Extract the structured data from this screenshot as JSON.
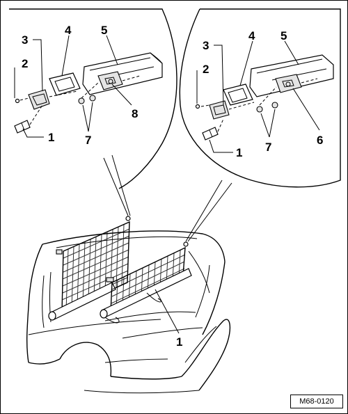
{
  "figure_ref": "M68-0120",
  "callouts": {
    "left_detail": {
      "c1": "1",
      "c2": "2",
      "c3": "3",
      "c4": "4",
      "c5": "5",
      "c7": "7",
      "c8": "8"
    },
    "right_detail": {
      "c1": "1",
      "c2": "2",
      "c3": "3",
      "c4": "4",
      "c5": "5",
      "c6": "6",
      "c7": "7"
    },
    "main_view": {
      "c1": "1"
    }
  }
}
